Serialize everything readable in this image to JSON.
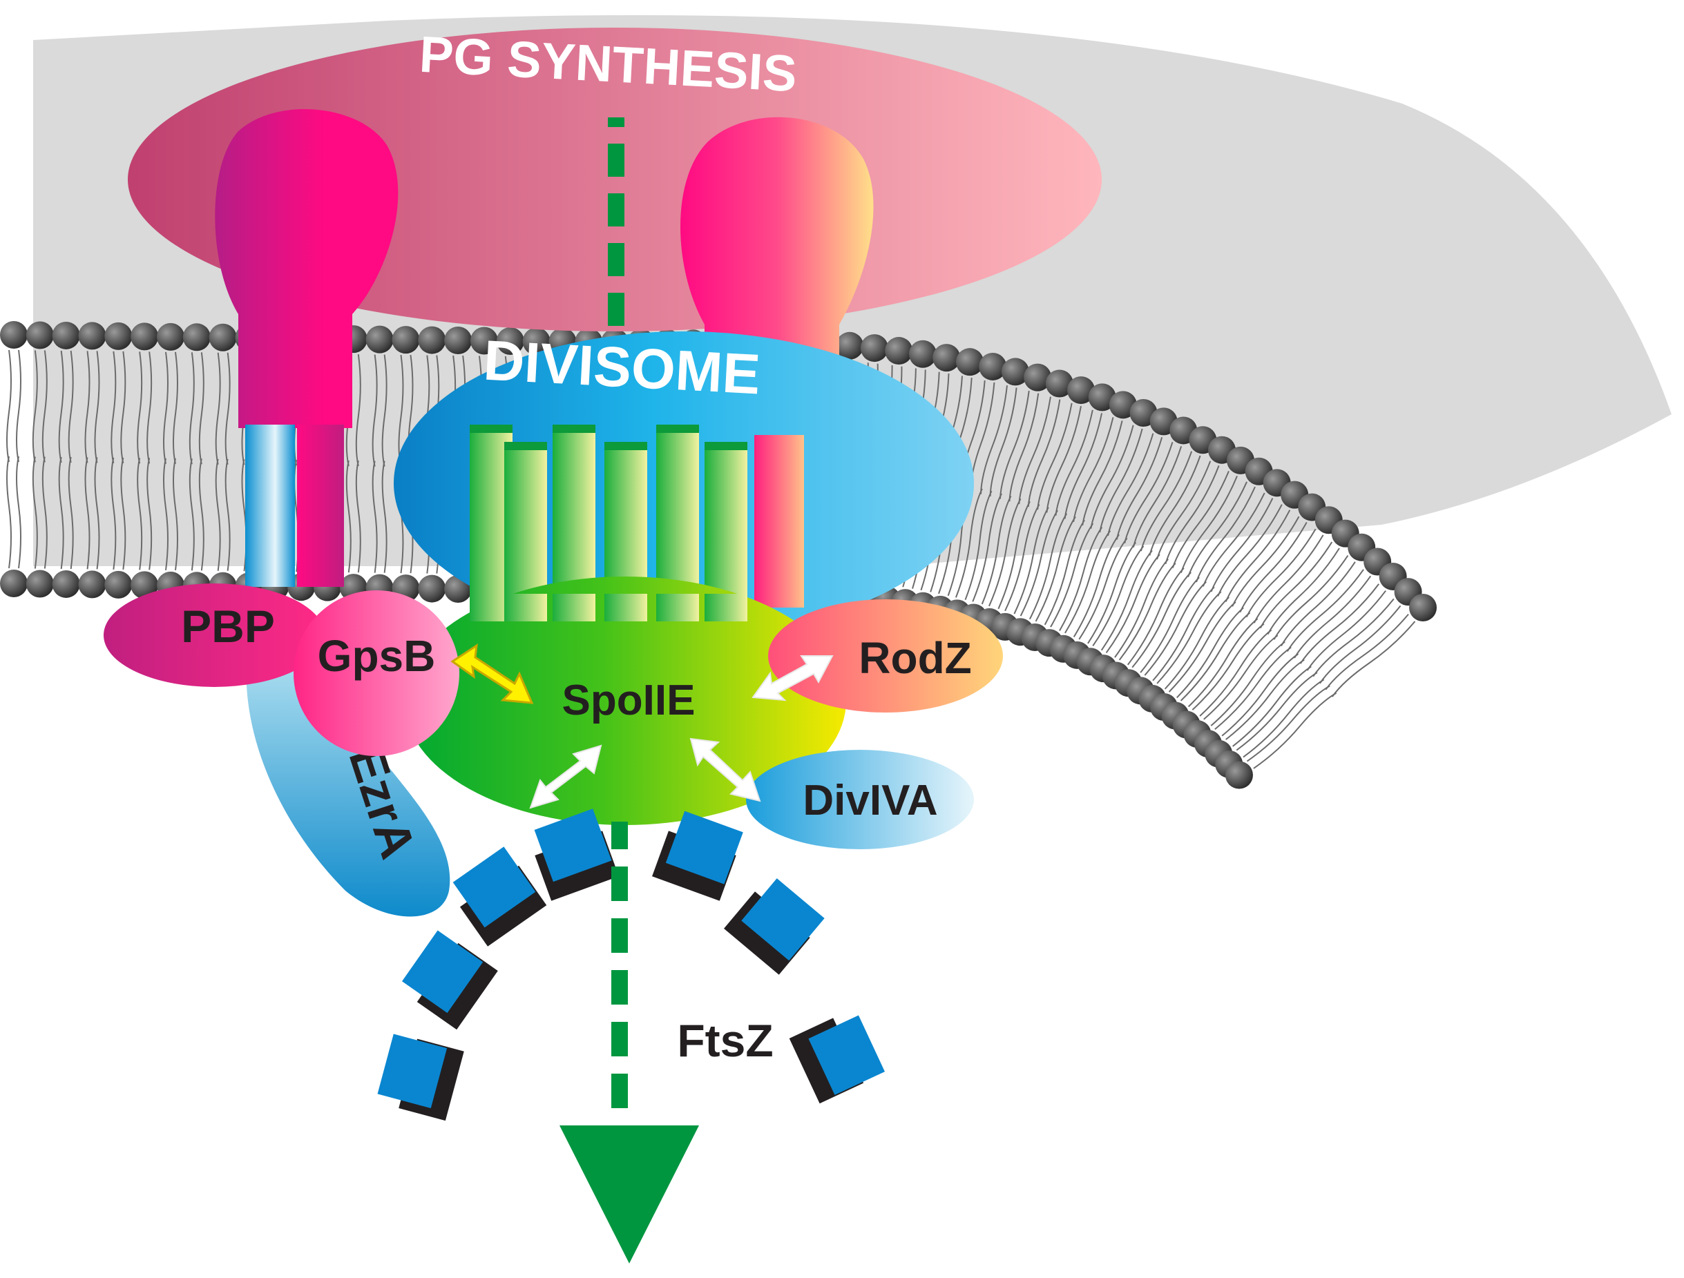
{
  "labels": {
    "pg_synthesis": "PG SYNTHESIS",
    "divisome": "DIVISOME",
    "pbp": "PBP",
    "gpsb": "GpsB",
    "spoiie": "SpoIIE",
    "rodz": "RodZ",
    "divlva": "DivIVA",
    "ezra": "EzrA",
    "ftsz": "FtsZ"
  },
  "colors": {
    "cell_wall": "#d9dad9",
    "pg_synthesis_start": "#c0406f",
    "pg_synthesis_end": "#ffb6bc",
    "divisome_start": "#0a7fc6",
    "divisome_end": "#7fd2f3",
    "pbp": "#e0217f",
    "gpsb": "#ff4a9a",
    "spoiie_start": "#00b43c",
    "spoiie_end": "#f4ea00",
    "rodz_start": "#ff5a7a",
    "rodz_end": "#ffd27a",
    "divlva": "#29a9e0",
    "ezra": "#1f9ad2",
    "ftsz_blue": "#0a86d0",
    "ftsz_black": "#231f20",
    "arrow_green": "#009640",
    "lipid_head": "#3a3a3a"
  }
}
